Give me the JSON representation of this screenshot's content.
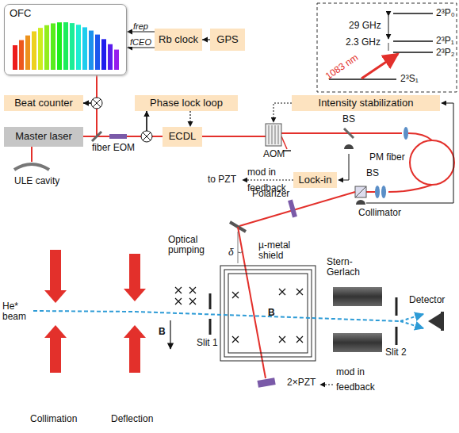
{
  "diagram": {
    "nodes": [
      {
        "text": [
          "OFC"
        ]
      },
      {
        "text": [
          "Rb clock"
        ]
      },
      {
        "text": [
          "GPS"
        ]
      },
      {
        "text": [
          "Beat counter"
        ]
      },
      {
        "text": [
          "Phase lock loop"
        ]
      },
      {
        "text": [
          "Intensity stabilization"
        ]
      },
      {
        "text": [
          "Master laser"
        ]
      },
      {
        "text": [
          "ECDL"
        ]
      },
      {
        "text": [
          "Lock-in"
        ]
      }
    ],
    "edges": [
      {
        "from": 2,
        "to": 1,
        "arrow": "to"
      },
      {
        "from": 1,
        "to": 0,
        "label": "frep",
        "arrow": "to"
      },
      {
        "from": 1,
        "to": 0,
        "label": "fCEO",
        "arrow": "to"
      },
      {
        "from": 0,
        "to": 3,
        "arrow": "to"
      },
      {
        "from": 6,
        "to": 3,
        "arrow": "to"
      },
      {
        "from": 6,
        "to": 4,
        "arrow": "to"
      },
      {
        "from": 7,
        "to": 4,
        "arrow": "to"
      },
      {
        "from": 4,
        "to": 7,
        "arrow": "to"
      }
    ],
    "labels": [
      "2³P₀",
      "29 GHz",
      "2³P₁",
      "2.3 GHz",
      "2³P₂",
      "1083 nm",
      "2³S₁",
      "fiber EOM",
      "AOM",
      "BS",
      "PM fiber",
      "BS",
      "ULE cavity",
      "mod in",
      "feedback",
      "to PZT",
      "Polarizer",
      "Collimator",
      "δ",
      "µ-metal shield",
      "Optical pumping",
      "B",
      "Slit 1",
      "B",
      "Stern-Gerlach",
      "Detector",
      "He* beam",
      "Slit 2",
      "Collimation",
      "Deflection",
      "2×PZT",
      "mod in",
      "feedback"
    ]
  }
}
